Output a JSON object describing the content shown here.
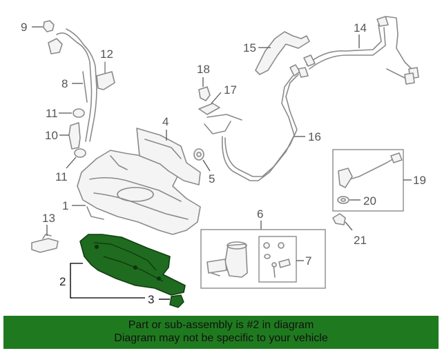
{
  "callouts": {
    "c1": "1",
    "c2": "2",
    "c3": "3",
    "c4": "4",
    "c5": "5",
    "c6": "6",
    "c7": "7",
    "c8": "8",
    "c9": "9",
    "c10": "10",
    "c11a": "11",
    "c11b": "11",
    "c12": "12",
    "c13": "13",
    "c14": "14",
    "c15": "15",
    "c16": "16",
    "c17": "17",
    "c18": "18",
    "c19": "19",
    "c20": "20",
    "c21": "21"
  },
  "highlight": {
    "part_number": "2",
    "color": "#1f6b1f"
  },
  "banner": {
    "line1": "Part or sub-assembly is #2 in diagram",
    "line2": "Diagram may not be specific to your vehicle",
    "background": "#1f7a1f"
  }
}
